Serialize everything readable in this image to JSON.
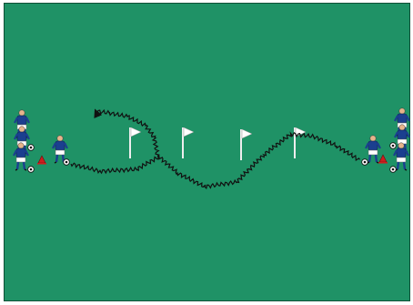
{
  "diagram": {
    "surface": "soccer-pitch",
    "colors": {
      "pitch": "#1f9266",
      "jersey": "#1b3f8f",
      "shorts": "#ffffff",
      "socks": "#1b3f8f",
      "skin": "#e6b48c",
      "cone": "#cc1e1e",
      "flag": "#ffffff",
      "path": "#111111"
    },
    "legend": {
      "flag": "flag-marker",
      "cone": "cone-marker",
      "ball": "soccer-ball",
      "dribble": "wavy-dribble-path"
    }
  }
}
